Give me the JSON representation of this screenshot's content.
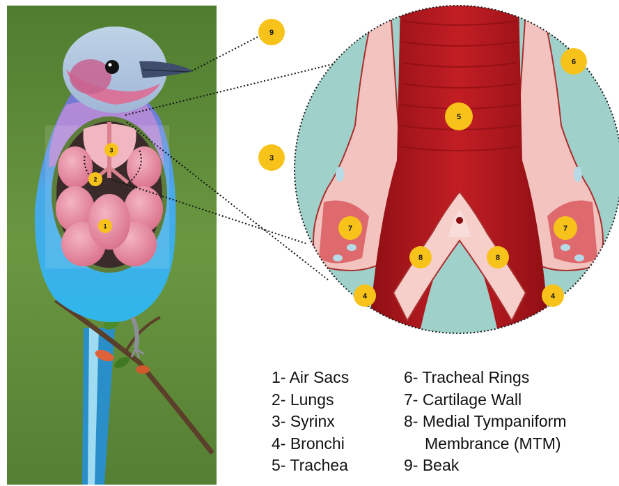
{
  "colors": {
    "badge": "#f7c21a",
    "trachea": "#b0161c",
    "cartilage": "#f3c6c2",
    "inset_background": "#8fc8c1",
    "bird_background": "#5c8a3a",
    "lungs": "#e98fa5"
  },
  "diagram": {
    "badges": {
      "bird_air_sacs": "1",
      "bird_lungs": "2",
      "bird_syrinx": "3",
      "beak_label": "9",
      "syrinx_label": "3",
      "trachea_label": "5",
      "tracheal_rings_label": "6",
      "cartilage_wall_left": "7",
      "cartilage_wall_right": "7",
      "mtm_left": "8",
      "mtm_right": "8",
      "bronchi_left": "4",
      "bronchi_right": "4"
    }
  },
  "legend": {
    "left": [
      "1- Air Sacs",
      "2- Lungs",
      "3- Syrinx",
      "4- Bronchi",
      "5- Trachea"
    ],
    "right": [
      "6- Tracheal Rings",
      "7- Cartilage Wall",
      "8- Medial Tympaniform",
      "Membrance (MTM)",
      "9- Beak"
    ]
  }
}
